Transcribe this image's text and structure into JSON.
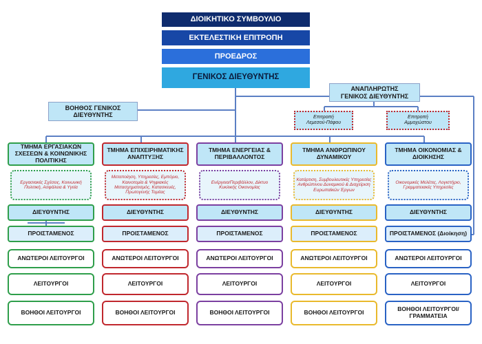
{
  "top": {
    "board": "ΔΙΟΙΚΗΤΙΚΟ ΣΥΜΒΟΥΛΙΟ",
    "executive": "ΕΚΤΕΛΕΣΤΙΚΗ ΕΠΙΤΡΟΠΗ",
    "president": "ΠΡΟΕΔΡΟΣ",
    "gm": "ΓΕΝΙΚΟΣ ΔΙΕΥΘΥΝΤΗΣ"
  },
  "assistant_gm": "ΒΟΗΘΟΣ ΓΕΝΙΚΟΣ ΔΙΕΥΘΥΝΤΗΣ",
  "deputy_gm": "ΑΝΑΠΛΗΡΩΤΗΣ ΓΕΝΙΚΟΣ ΔΙΕΥΘΥΝΤΗΣ",
  "committees": [
    "Επιτροπή Λεμεσού-Πάφου",
    "Επιτροπή Αμμοχώστου"
  ],
  "colors": {
    "board": "#0f2c6e",
    "executive": "#1747a6",
    "president": "#2b6fdb",
    "gm": "#2fa8e0",
    "line": "#5b7fc4"
  },
  "departments": [
    {
      "name": "ΤΜΗΜΑ ΕΡΓΑΣΙΑΚΩΝ ΣΧΕΣΕΩΝ & ΚΟΙΝΩΝΙΚΗΣ ΠΟΛΙΤΙΚΗΣ",
      "desc": "Εργασιακές Σχέσεις, Κοινωνική Πολιτική, Ασφάλεια & Υγεία",
      "color": "#2e9e4a",
      "roles": [
        "ΔΙΕΥΘΥΝΤΗΣ",
        "ΠΡΟΙΣΤΑΜΕΝΟΣ",
        "ΑΝΩΤΕΡΟΙ ΛΕΙΤΟΥΡΓΟΙ",
        "ΛΕΙΤΟΥΡΓΟΙ",
        "ΒΟΗΘΟΙ ΛΕΙΤΟΥΡΓΟΙ"
      ]
    },
    {
      "name": "ΤΜΗΜΑ ΕΠΙΧΕΙΡΗΜΑΤΙΚΗΣ ΑΝΑΠΤΥΞΗΣ",
      "desc": "Μεταποίηση, Υπηρεσίες, Εμπόριο, Καινοτομία & Ψηφιακός Μετασχηματισμός, Κατασκευές, Πρωτογενής Τομέας",
      "color": "#c0272d",
      "roles": [
        "ΔΙΕΥΘΥΝΤΗΣ",
        "ΠΡΟΙΣΤΑΜΕΝΟΣ",
        "ΑΝΩΤΕΡΟΙ ΛΕΙΤΟΥΡΓΟΙ",
        "ΛΕΙΤΟΥΡΓΟΙ",
        "ΒΟΗΘΟΙ ΛΕΙΤΟΥΡΓΟΙ"
      ]
    },
    {
      "name": "ΤΜΗΜΑ ΕΝΕΡΓΕΙΑΣ & ΠΕΡΙΒΑΛΛΟΝΤΟΣ",
      "desc": "Ενέργεια/Περιβάλλον, Δίκτυο Κυκλικής Οικονομίας",
      "color": "#7b3fa0",
      "roles": [
        "ΔΙΕΥΘΥΝΤΗΣ",
        "ΠΡΟΙΣΤΑΜΕΝΟΣ",
        "ΑΝΩΤΕΡΟΙ ΛΕΙΤΟΥΡΓΟΙ",
        "ΛΕΙΤΟΥΡΓΟΙ",
        "ΒΟΗΘΟΙ ΛΕΙΤΟΥΡΓΟΙ"
      ]
    },
    {
      "name": "ΤΜΗΜΑ ΑΝΘΡΩΠΙΝΟΥ ΔΥΝΑΜΙΚΟΥ",
      "desc": "Κατάρτιση, Συμβουλευτικές Υπηρεσίες Ανθρώπινου Δυναμικού & Διαχείριση Ευρωπαϊκών Έργων",
      "color": "#e9b92c",
      "roles": [
        "ΔΙΕΥΘΥΝΤΗΣ",
        "ΠΡΟΙΣΤΑΜΕΝΟΣ",
        "ΑΝΩΤΕΡΟΙ ΛΕΙΤΟΥΡΓΟΙ",
        "ΛΕΙΤΟΥΡΓΟΙ",
        "ΒΟΗΘΟΙ ΛΕΙΤΟΥΡΓΟΙ"
      ]
    },
    {
      "name": "ΤΜΗΜΑ ΟΙΚΟΝΟΜΙΑΣ & ΔΙΟΙΚΗΣΗΣ",
      "desc": "Οικονομικές Μελέτες, Λογιστήριο, Γραμματειακές Υπηρεσίες",
      "color": "#2962c4",
      "roles": [
        "ΔΙΕΥΘΥΝΤΗΣ",
        "ΠΡΟΙΣΤΑΜΕΝΟΣ (Διοίκηση)",
        "ΑΝΩΤΕΡΟΙ ΛΕΙΤΟΥΡΓΟΙ",
        "ΛΕΙΤΟΥΡΓΟΙ",
        "ΒΟΗΘΟΙ ΛΕΙΤΟΥΡΓΟΙ/ ΓΡΑΜΜΑΤΕΙΑ"
      ]
    }
  ]
}
